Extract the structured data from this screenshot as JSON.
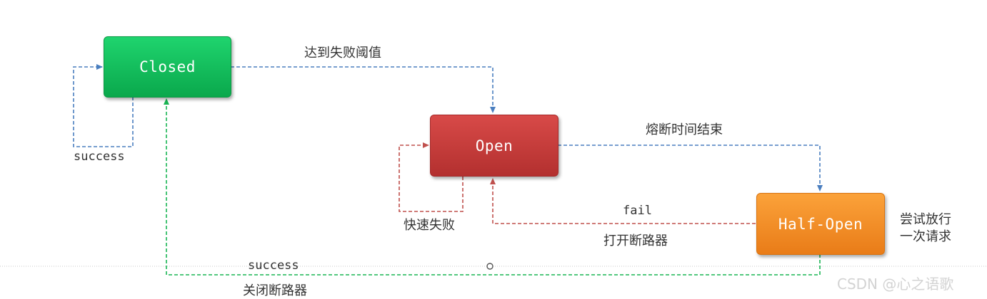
{
  "states": {
    "closed": "Closed",
    "open": "Open",
    "half_open": "Half-Open"
  },
  "transitions": {
    "closed_to_open": "达到失败阈值",
    "closed_self": "success",
    "open_self": "快速失败",
    "open_to_half": "熔断时间结束",
    "half_to_open_event": "fail",
    "half_to_open_action": "打开断路器",
    "half_to_closed_event": "success",
    "half_to_closed_action": "关闭断路器"
  },
  "half_open_note": [
    "尝试放行",
    "一次请求"
  ],
  "watermark": "CSDN @心之语歌",
  "colors": {
    "closed": "#0fbf5a",
    "open": "#c53b3a",
    "half_open": "#f48b25",
    "blue_arrow": "#4a7ebf",
    "red_arrow": "#c0504d",
    "green_arrow": "#19b553"
  }
}
